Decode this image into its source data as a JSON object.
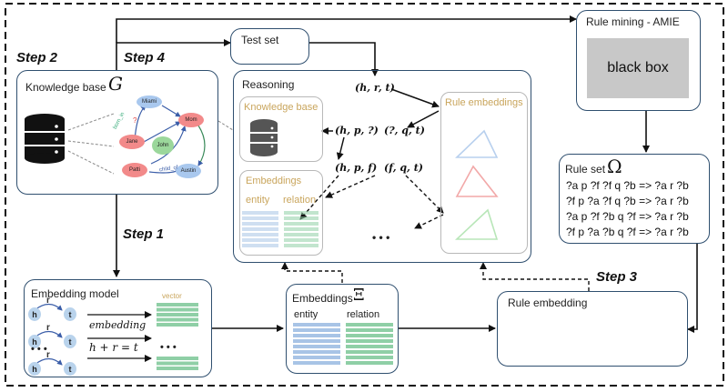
{
  "steps": {
    "step1": "Step 1",
    "step2": "Step 2",
    "step3": "Step 3",
    "step4": "Step 4"
  },
  "test_set": {
    "title": "Test set"
  },
  "rule_mining": {
    "title": "Rule mining - AMIE",
    "black_box": "black box"
  },
  "knowledge_base": {
    "title": "Knowledge base",
    "symbol": "G",
    "nodes": [
      "Miami",
      "Jane",
      "John",
      "Mom",
      "Patti",
      "Austin"
    ],
    "edge_labels": [
      "born_in",
      "?",
      "child_of"
    ]
  },
  "reasoning": {
    "title": "Reasoning",
    "kb_title": "Knowledge base",
    "embeddings_title": "Embeddings",
    "entity": "entity",
    "relation": "relation",
    "rule_embeddings_title": "Rule embeddings",
    "query_hrt": "(h, r, t)",
    "query_hp": "(h, p, ?)",
    "query_qt": "(?, q, t)",
    "query_hpf": "(h, p, f)",
    "query_fqt": "(f, q, t)",
    "dots": "• • •"
  },
  "rule_set": {
    "title": "Rule set",
    "symbol": "Ω",
    "rules": [
      "?a p ?f   ?f q ?b => ?a r ?b",
      "?f p ?a   ?f q ?b => ?a r ?b",
      "?a p ?f   ?b q ?f => ?a r ?b",
      "?f p ?a   ?b q ?f => ?a r ?b"
    ]
  },
  "embedding_model": {
    "title": "Embedding model",
    "vector": "vector",
    "h": "h",
    "r": "r",
    "t": "t",
    "embedding": "embedding",
    "equation": "h + r = t",
    "dots": "• • •"
  },
  "embeddings": {
    "title": "Embeddings",
    "symbol": "Ξ",
    "entity": "entity",
    "relation": "relation"
  },
  "rule_embedding": {
    "title": "Rule embedding"
  },
  "colors": {
    "border": "#2f4f6f",
    "tan_title": "#c9a55c",
    "entity_bar": "#a8c4e6",
    "relation_bar": "#8fcfa6",
    "tri_blue": "#7fa7d8",
    "tri_red": "#ef7f7f",
    "tri_green": "#8fd68f"
  }
}
